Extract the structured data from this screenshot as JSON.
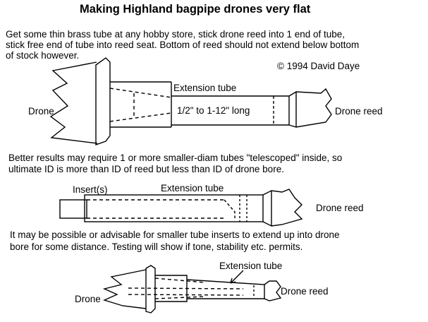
{
  "title": "Making Highland bagpipe drones very flat",
  "intro": [
    "Get some thin brass tube at any hobby store, stick drone reed into 1 end of tube,",
    "stick free end of tube into reed seat. Bottom of reed should not extend below bottom",
    "of stock however."
  ],
  "copyright": "© 1994 David Daye",
  "fig1": {
    "tube_label": "Extension tube",
    "length_label": "1/2\" to 1-12\" long",
    "drone_label": "Drone",
    "reed_label": "Drone reed"
  },
  "para2": [
    "Better results may require 1 or more smaller-diam tubes \"telescoped\" inside, so",
    "ultimate ID is more than ID of reed but less than ID of drone bore."
  ],
  "fig2": {
    "insert_label": "Insert(s)",
    "tube_label": "Extension tube",
    "reed_label": "Drone reed"
  },
  "para3": [
    "It may be possible or advisable for smaller tube inserts to extend up into drone",
    "bore for some distance. Testing will show if tone, stability etc. permits."
  ],
  "fig3": {
    "tube_label": "Extension tube",
    "drone_label": "Drone",
    "reed_label": "Drone reed"
  }
}
